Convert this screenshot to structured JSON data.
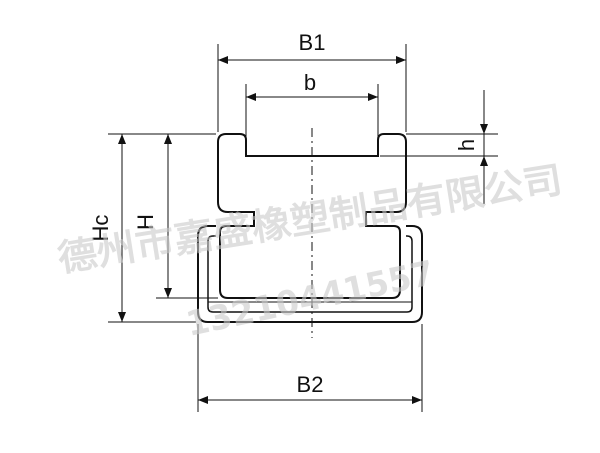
{
  "labels": {
    "B1": "B1",
    "b": "b",
    "h": "h",
    "Hc": "Hc",
    "H": "H",
    "B2": "B2"
  },
  "watermark": {
    "company": "德州市嘉盛橡塑制品有限公司",
    "phone": "13210441557"
  },
  "colors": {
    "line": "#111111",
    "watermark": "#c9c9c9"
  }
}
